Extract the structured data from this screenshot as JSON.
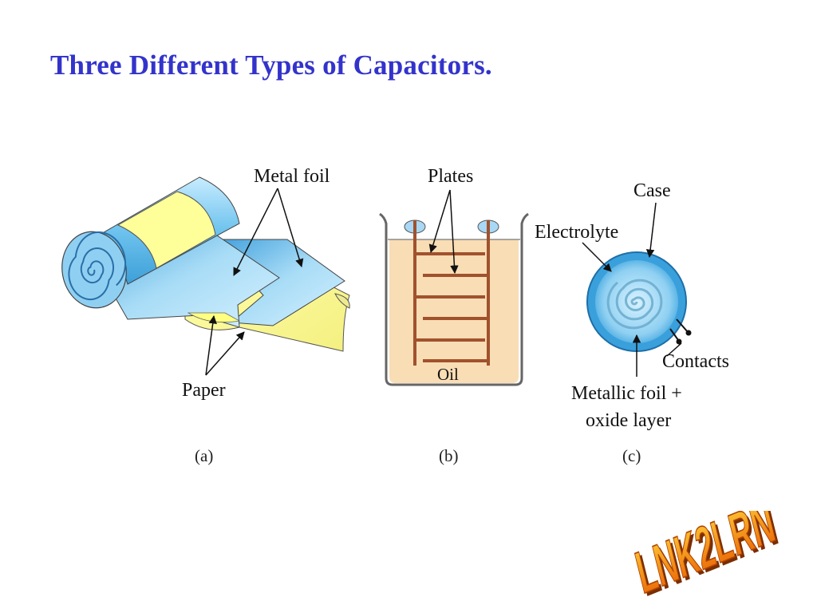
{
  "slide": {
    "title": "Three Different Types of Capacitors."
  },
  "panels": {
    "a": {
      "caption": "(a)",
      "labels": {
        "metal_foil": "Metal foil",
        "paper": "Paper"
      }
    },
    "b": {
      "caption": "(b)",
      "labels": {
        "plates": "Plates",
        "oil": "Oil"
      }
    },
    "c": {
      "caption": "(c)",
      "labels": {
        "case": "Case",
        "electrolyte": "Electrolyte",
        "contacts": "Contacts",
        "foil_line1": "Metallic foil +",
        "foil_line2": "oxide layer"
      }
    }
  },
  "logo": {
    "text": "LNK2LRN"
  },
  "colors": {
    "title": "#3333cc",
    "foil_blue": "#6ec3ee",
    "paper_yellow": "#ffff99",
    "oil_tan": "#f9ddb5",
    "plate_copper": "#a0522d",
    "logo_orange": "#f08a00"
  }
}
